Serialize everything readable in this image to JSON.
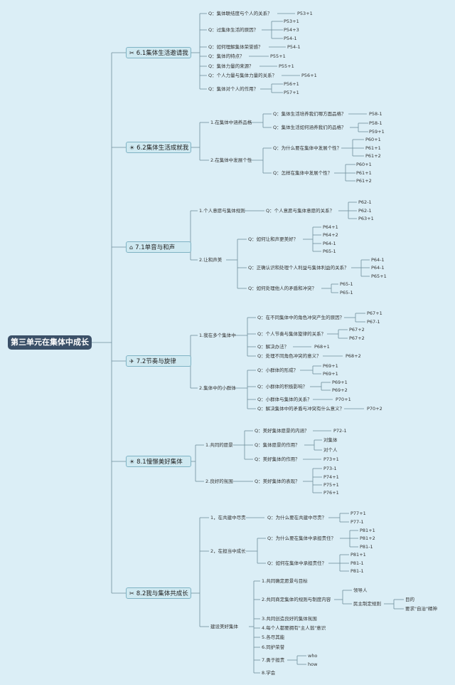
{
  "root": "第三单元在集体中成长",
  "chapters": [
    {
      "icon": "✂",
      "title": "6.1集体生活邀请我",
      "questions": [
        {
          "q": "Q：集体联结度与个人的关系？",
          "p": "P53+1"
        },
        {
          "q": "Q：过集体生活的原因？",
          "pages": [
            "P53+1",
            "P54+3",
            "P54-1"
          ]
        },
        {
          "q": "Q：如何理解集体荣誉感？",
          "p": "P54-1"
        },
        {
          "q": "Q：集体的特点？",
          "p": "P55+1"
        },
        {
          "q": "Q：集体力量的来源？",
          "p": "P55+1"
        },
        {
          "q": "Q：个人力量与集体力量的关系？",
          "p": "P56+1"
        },
        {
          "q": "Q：集体对个人的作用？",
          "pages": [
            "P56+1",
            "P57+1"
          ]
        }
      ]
    },
    {
      "icon": "☀",
      "title": "6.2集体生活成就我",
      "sections": [
        {
          "label": "1.在集体中涵养品格",
          "items": [
            {
              "q": "Q：集体生活培养我们哪方面品格？",
              "p": "P58-1"
            },
            {
              "q": "Q：集体生活如何涵养我们的品格？",
              "pages": [
                "P58-1",
                "P59+1"
              ]
            }
          ]
        },
        {
          "label": "2.在集体中发展个性",
          "items": [
            {
              "q": "Q：为什么要在集体中发展个性？",
              "pages": [
                "P60+1",
                "P61+1",
                "P61+2"
              ]
            },
            {
              "q": "Q：怎样在集体中发展个性？",
              "pages": [
                "P60+1",
                "P61+1",
                "P61+2"
              ]
            }
          ]
        }
      ]
    },
    {
      "icon": "⌂",
      "title": "7.1单音与和声",
      "sections": [
        {
          "label": "1.个人意愿与集体规则",
          "items": [
            {
              "q": "Q：个人意愿与集体意愿的关系？",
              "pages": [
                "P62-1",
                "P62-1",
                "P63+1"
              ]
            }
          ]
        },
        {
          "label": "2.让和声美",
          "items": [
            {
              "q": "Q：如何让和声更美好？",
              "pages": [
                "P64+1",
                "P64+2",
                "P64-1",
                "P65-1"
              ]
            },
            {
              "q": "Q：正确认识和处理个人利益与集体利益的关系？",
              "pages": [
                "P64-1",
                "P64-1",
                "P65+1"
              ]
            },
            {
              "q": "Q：如何处理他人的矛盾和冲突？",
              "pages": [
                "P65-1",
                "P65-1"
              ]
            }
          ]
        }
      ]
    },
    {
      "icon": "✈",
      "title": "7.2节奏与旋律",
      "sections": [
        {
          "label": "1.我在多个集体中",
          "items": [
            {
              "q": "Q：在不同集体中的角色冲突产生的原因？",
              "pages": [
                "P67+1",
                "P67-1"
              ]
            },
            {
              "q": "Q：个人节奏与集体旋律的关系？",
              "pages": [
                "P67+2",
                "P67+2"
              ]
            },
            {
              "q": "Q：解决办法？",
              "p": "P68+1"
            },
            {
              "q": "Q：处理不同角色冲突的意义？",
              "p": "P68+2"
            }
          ]
        },
        {
          "label": "2.集体中的小群体",
          "items": [
            {
              "q": "Q：小群体的形成？",
              "pages": [
                "P69+1",
                "P69+1"
              ]
            },
            {
              "q": "Q：小群体的积极影响？",
              "pages": [
                "P69+1",
                "P69+2"
              ]
            },
            {
              "q": "Q：小群体与集体的关系？",
              "p": "P70+1"
            },
            {
              "q": "Q：解决集体中的矛盾与冲突有什么意义？",
              "p": "P70+2"
            }
          ]
        }
      ]
    },
    {
      "icon": "☀",
      "title": "8.1憧憬美好集体",
      "sections": [
        {
          "label": "1.共同的愿景",
          "items": [
            {
              "q": "Q：美好集体愿景的内涵？",
              "p": "P72-1"
            },
            {
              "q": "Q：集体愿景的作用？",
              "pages": [
                "对集体",
                "对个人"
              ]
            },
            {
              "q": "Q：美好集体的作用？",
              "p": "P73+1"
            }
          ]
        },
        {
          "label": "2.良好的氛围",
          "items": [
            {
              "q": "Q：美好集体的表现？",
              "pages": [
                "P73-1",
                "P74+1",
                "P75+1",
                "P76+1"
              ]
            }
          ]
        }
      ]
    },
    {
      "icon": "✂",
      "title": "8.2我与集体共成长",
      "sections": [
        {
          "label": "1，在共建中尽责",
          "items": [
            {
              "q": "Q：为什么要在共建中尽责？",
              "pages": [
                "P77+1",
                "P77-1"
              ]
            }
          ]
        },
        {
          "label": "2，在担当中成长",
          "items": [
            {
              "q": "Q：为什么要在集体中承担责任？",
              "pages": [
                "P81+1",
                "P81+2",
                "P81-1"
              ]
            },
            {
              "q": "Q：如何在集体中承担责任？",
              "pages": [
                "P81+1",
                "P81-1",
                "P81-1"
              ]
            }
          ]
        },
        {
          "label": "建设美好集体",
          "items": [
            {
              "q": "1.共同确定愿景与目标"
            },
            {
              "q": "2.共同商定集体的规则与制度内容",
              "sub": [
                "领导人",
                "民主制定规则"
              ],
              "subsub": [
                "目的",
                "要求\"自治\"精神"
              ]
            },
            {
              "q": "3.共同创造良好的集体氛围"
            },
            {
              "q": "4.每个人都要拥有\"主人翁\"意识"
            },
            {
              "q": "5.各尽其能"
            },
            {
              "q": "6.同护荣誉"
            },
            {
              "q": "7.勇于担责",
              "sub": [
                "who",
                "how"
              ]
            },
            {
              "q": "8.学会"
            }
          ]
        }
      ]
    }
  ]
}
